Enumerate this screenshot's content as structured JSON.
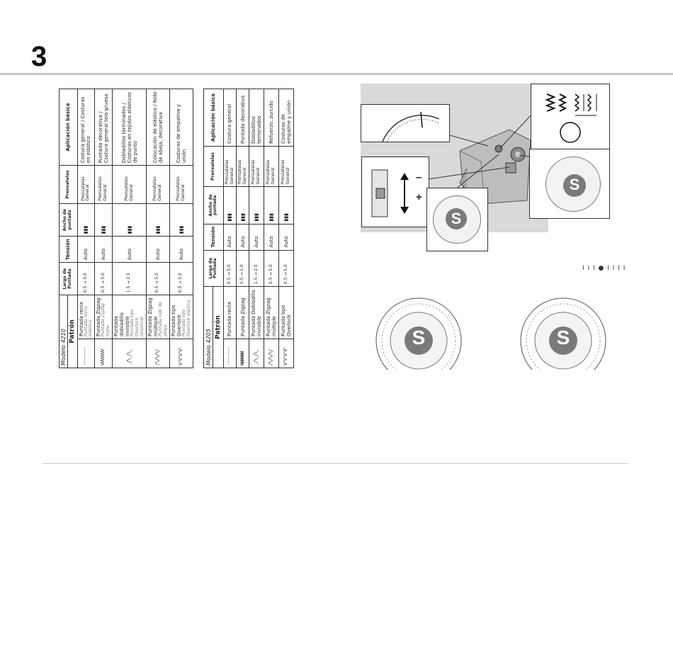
{
  "page": {
    "chapter_number": "3"
  },
  "table_4210": {
    "model": "Modelo 4210",
    "headers": {
      "pattern": "Patrón",
      "length": "Largo de Puntada",
      "tension": "Tensión",
      "width": "Ancho de puntada",
      "presser_foot": "Prensatelas",
      "application": "Aplicación básica"
    },
    "rows": [
      {
        "stitch_glyph": "--------",
        "name": "Puntada recta",
        "sub": "Puntada recta elástica",
        "length": "0.5 → 5.0",
        "tension": "Auto",
        "foot": "Prensatelas General",
        "application": "Costura general / Costuras en elástico"
      },
      {
        "stitch_glyph": "VVVVVVV",
        "name": "Puntada Zigzag",
        "sub": "Puntada Zigzag triple",
        "length": "0.5 → 5.0",
        "tension": "Auto",
        "foot": "Prensatelas General",
        "application": "Puntada decorativa / Costura general tela gruesa"
      },
      {
        "stitch_glyph": "_/\\_/\\_",
        "name": "Puntada dobladillo invisible",
        "sub": "Puntada tipo Overlock (elástica)",
        "length": "1.5 → 2.5",
        "tension": "Auto",
        "foot": "Prensatelas General",
        "application": "Dobladillos terminados / Costuras en tejidos elásticos de punto"
      },
      {
        "stitch_glyph": "/\\/\\/\\/",
        "name": "Puntada Zigzag múltiple",
        "sub": "Puntada nido de abeja",
        "length": "0.5 → 5.0",
        "tension": "Auto",
        "foot": "Prensatelas General",
        "application": "Colocación de elástico / Nido de abeja, decorativa"
      },
      {
        "stitch_glyph": "V'V'V'V'",
        "name": "Puntada tipo Overlock",
        "sub": "Puntada tipo Overlock elástica",
        "length": "0.5 → 5.0",
        "tension": "Auto",
        "foot": "Prensatelas General",
        "application": "Costuras de empalme y unión"
      }
    ]
  },
  "table_4205": {
    "model": "Modelo 4205",
    "headers": {
      "pattern": "Patrón",
      "length": "Largo de Puntada",
      "tension": "Tensión",
      "width": "Ancho de puntada",
      "presser_foot": "Prensatelas",
      "application": "Aplicación básica"
    },
    "rows": [
      {
        "stitch_glyph": "--------",
        "name": "Puntada recta",
        "length": "0.5 → 5.0",
        "tension": "Auto",
        "foot": "Prensatelas General",
        "application": "Costura general"
      },
      {
        "stitch_glyph": "WWWWWW",
        "name": "Puntada Zigzag",
        "length": "0.5 → 5.0",
        "tension": "Auto",
        "foot": "Prensatelas General",
        "application": "Puntada decorativa"
      },
      {
        "stitch_glyph": "_/\\_/\\_",
        "name": "Puntada Dobladillo invisible",
        "length": "1.5 → 2.5",
        "tension": "Auto",
        "foot": "Prensatelas General",
        "application": "Dobladillos terminados"
      },
      {
        "stitch_glyph": "/\\/\\/\\/",
        "name": "Puntada Zigzag múltiple",
        "length": "0.5 → 5.0",
        "tension": "Auto",
        "foot": "Prensatelas General",
        "application": "Refuerzo, zurcido"
      },
      {
        "stitch_glyph": "V'V'V'V'",
        "name": "Puntada tipo Overlock",
        "length": "0.5 → 5.0",
        "tension": "Auto",
        "foot": "Prensatelas General",
        "application": "Costuras de empalme y unión"
      }
    ]
  },
  "diagram": {
    "minus_sign": "–",
    "plus_sign": "+",
    "dial_letter": "S",
    "width_indicator": "I I I ● I I I I",
    "stitch_preview": "WWW  WWW  WWW"
  },
  "colors": {
    "rule": "#c8c8c8",
    "panel": "#d9d9d9",
    "dial_center": "#777777"
  }
}
